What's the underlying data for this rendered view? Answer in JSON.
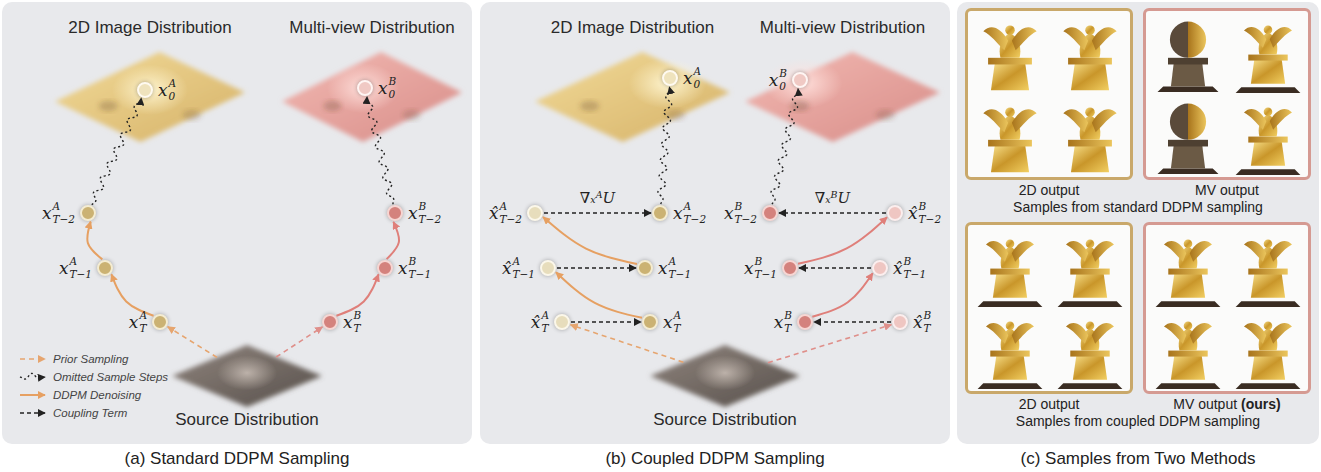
{
  "diagram": {
    "nodes": [
      {
        "text": [
          "(a) Standard DDPM Sampling"
        ]
      },
      {
        "text": [
          "2D Image Distribution"
        ],
        "in": 0
      },
      {
        "text": [
          "Multi-view Distribution"
        ],
        "in": 0
      },
      {
        "text": [
          "x",
          "0",
          "A"
        ],
        "in": 0
      },
      {
        "text": [
          "x",
          "0",
          "B"
        ],
        "in": 0
      },
      {
        "text": [
          "x",
          "T−2",
          "A"
        ],
        "in": 0
      },
      {
        "text": [
          "x",
          "T−2",
          "B"
        ],
        "in": 0
      },
      {
        "text": [
          "x",
          "T−1",
          "A"
        ],
        "in": 0
      },
      {
        "text": [
          "x",
          "T−1",
          "B"
        ],
        "in": 0
      },
      {
        "text": [
          "x",
          "T",
          "A"
        ],
        "in": 0
      },
      {
        "text": [
          "x",
          "T",
          "B"
        ],
        "in": 0
      },
      {
        "text": [
          "Source Distribution"
        ],
        "in": 0
      },
      {
        "text": [
          "(b) Coupled DDPM Sampling"
        ]
      },
      {
        "text": [
          "2D Image Distribution"
        ],
        "in": 12
      },
      {
        "text": [
          "Multi-view Distribution"
        ],
        "in": 12
      },
      {
        "text": [
          "x",
          "0",
          "A"
        ],
        "in": 12
      },
      {
        "text": [
          "x",
          "0",
          "B"
        ],
        "in": 12
      },
      {
        "text": [
          "x̂",
          "T−2",
          "A"
        ],
        "in": 12
      },
      {
        "text": [
          "x",
          "T−2",
          "A"
        ],
        "in": 12
      },
      {
        "text": [
          "x",
          "T−2",
          "B"
        ],
        "in": 12
      },
      {
        "text": [
          "x̂",
          "T−2",
          "B"
        ],
        "in": 12
      },
      {
        "text": [
          "x̂",
          "T−1",
          "A"
        ],
        "in": 12
      },
      {
        "text": [
          "x",
          "T−1",
          "A"
        ],
        "in": 12
      },
      {
        "text": [
          "x",
          "T−1",
          "B"
        ],
        "in": 12
      },
      {
        "text": [
          "x̂",
          "T−1",
          "B"
        ],
        "in": 12
      },
      {
        "text": [
          "x̂",
          "T",
          "A"
        ],
        "in": 12
      },
      {
        "text": [
          "x",
          "T",
          "A"
        ],
        "in": 12
      },
      {
        "text": [
          "x",
          "T",
          "B"
        ],
        "in": 12
      },
      {
        "text": [
          "x̂",
          "T",
          "B"
        ],
        "in": 12
      },
      {
        "text": [
          "Source Distribution"
        ],
        "in": 12
      },
      {
        "text": [
          "(c) Samples from Two Methods"
        ]
      },
      {
        "text": [
          "2D output"
        ],
        "in": 30
      },
      {
        "text": [
          "MV output"
        ],
        "in": 30
      },
      {
        "text": [
          "2D output"
        ],
        "in": 30
      },
      {
        "text": [
          "MV output",
          "(ours)"
        ],
        "in": 30
      }
    ],
    "edges": [
      {
        "from": 11,
        "to": 9,
        "arrow": "to"
      },
      {
        "from": 9,
        "to": 7,
        "arrow": "to"
      },
      {
        "from": 7,
        "to": 5,
        "arrow": "to"
      },
      {
        "from": 5,
        "to": 3,
        "arrow": "to"
      },
      {
        "from": 11,
        "to": 10,
        "arrow": "to"
      },
      {
        "from": 10,
        "to": 8,
        "arrow": "to"
      },
      {
        "from": 8,
        "to": 6,
        "arrow": "to"
      },
      {
        "from": 6,
        "to": 4,
        "arrow": "to"
      },
      {
        "from": 29,
        "to": 25,
        "arrow": "to"
      },
      {
        "from": 25,
        "to": 26,
        "arrow": "to"
      },
      {
        "from": 26,
        "to": 21,
        "arrow": "to"
      },
      {
        "from": 21,
        "to": 22,
        "arrow": "to"
      },
      {
        "from": 22,
        "to": 17,
        "arrow": "to"
      },
      {
        "from": 17,
        "to": 18,
        "arrow": "to",
        "label": "∇ₓᴬU"
      },
      {
        "from": 18,
        "to": 15,
        "arrow": "to"
      },
      {
        "from": 29,
        "to": 28,
        "arrow": "to"
      },
      {
        "from": 28,
        "to": 27,
        "arrow": "to"
      },
      {
        "from": 27,
        "to": 24,
        "arrow": "to"
      },
      {
        "from": 24,
        "to": 23,
        "arrow": "to"
      },
      {
        "from": 23,
        "to": 20,
        "arrow": "to"
      },
      {
        "from": 20,
        "to": 19,
        "arrow": "to",
        "label": "∇ₓᴮU"
      },
      {
        "from": 19,
        "to": 16,
        "arrow": "to"
      }
    ],
    "labels": [
      "Samples from standard DDPM sampling",
      "Samples from coupled DDPM sampling"
    ],
    "legend": [
      {
        "text": "Prior Sampling"
      },
      {
        "text": "Omitted Sample Steps"
      },
      {
        "text": "DDPM Denoising"
      },
      {
        "text": "Coupling Term"
      }
    ]
  }
}
